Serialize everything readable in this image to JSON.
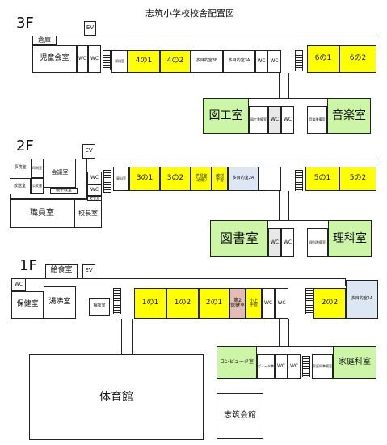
{
  "title": "志筑小学校校舎配置図",
  "floors": {
    "f3": {
      "label": "3F",
      "ev": "EV",
      "storage": "倉庫",
      "rooms": {
        "jidokai": "児童会室",
        "wc1": "WC",
        "wc2": "WC",
        "small1": "資料室",
        "c41": "4の1",
        "c42": "4の2",
        "tm3b": "多目的室3B",
        "tm3a": "多目的室3A",
        "wc3": "WC",
        "wc4": "WC",
        "c61": "6の1",
        "c62": "6の2"
      },
      "annex": {
        "zuko": "図工室",
        "jumbi": "図工準備室",
        "wc1": "WC",
        "wc2": "WC",
        "ongaku_jumbi": "音楽準備室",
        "ongaku": "音楽室"
      }
    },
    "f2": {
      "label": "2F",
      "ev": "EV",
      "rooms": {
        "jimu": "事務室",
        "insatsu": "印刷室",
        "hoso": "放送室",
        "kotsu": "公文書",
        "kaigi": "会議室",
        "oyako": "親子教室",
        "shokuin": "職員室",
        "kocho": "校長室",
        "wc1": "WC",
        "wc2": "WC",
        "sogo": "更衣室",
        "small1": "資料室",
        "c31": "3の1",
        "c32": "3の2",
        "gakushu": "学習室\n（通級）",
        "kakushitsu": "教材\n学習",
        "tm2a": "多目的室2A",
        "c51": "5の1",
        "c52": "5の2"
      },
      "annex": {
        "tosho": "図書室",
        "wc1": "WC",
        "wc2": "WC",
        "rika_jumbi": "理科準備室",
        "rika": "理科室"
      }
    },
    "f1": {
      "label": "1F",
      "ev": "EV",
      "kyushoku": "給食室",
      "rooms": {
        "wc": "WC",
        "hoken": "保健室",
        "futto": "湯沸室",
        "sodan": "相談室",
        "c11": "1の1",
        "c12": "1の2",
        "c21": "2の1",
        "dai2hoken": "第2\n保健室",
        "shojo": "小上\n学習",
        "wc1": "WC",
        "wc2": "WC",
        "c22": "2の2",
        "tm1a": "多目的室1A"
      },
      "annex": {
        "computer": "コンピュータ室",
        "computer_jumbi": "コンピュータ準備室",
        "wc1": "WC",
        "wc2": "WC",
        "katei_jumbi": "家庭科準備室",
        "katei": "家庭科室"
      },
      "gym": "体育館",
      "kaikan": "志筑会館"
    }
  },
  "colors": {
    "classroom": "#ffff00",
    "special": "#ccf5a8",
    "multipurpose": "#dde6f3",
    "health": "#e2bcb6"
  }
}
